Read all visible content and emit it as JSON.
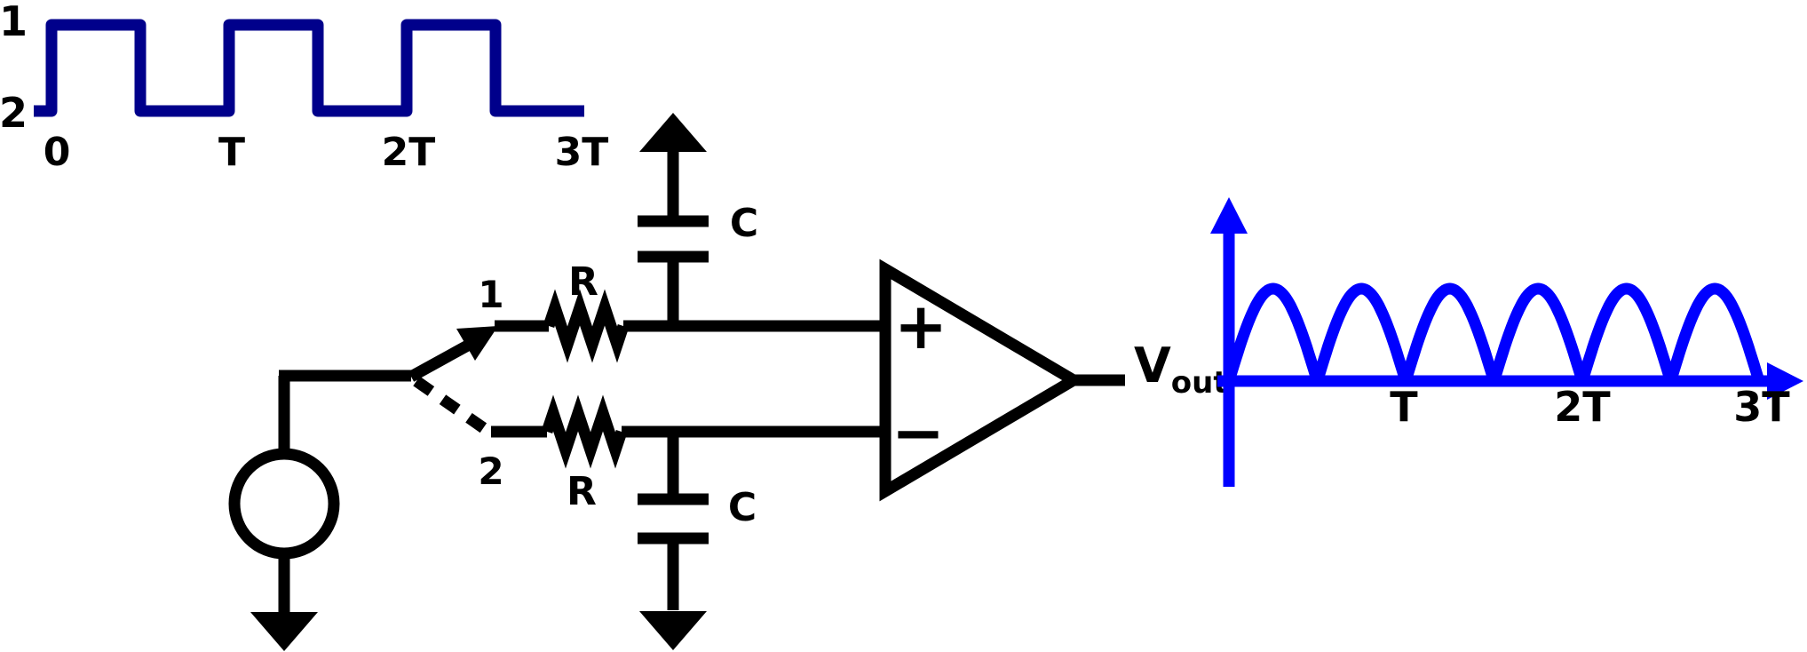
{
  "colors": {
    "background": "#ffffff",
    "circuit": "#000000",
    "labels": "#000000",
    "square_wave": "#00008B",
    "output_wave": "#0000FF"
  },
  "switch_timing_plot": {
    "y_labels": [
      "1",
      "2"
    ],
    "x_labels": [
      "0",
      "T",
      "2T",
      "3T"
    ]
  },
  "circuit": {
    "switch_position_1": "1",
    "switch_position_2": "2",
    "resistor_top": "R",
    "resistor_bottom": "R",
    "capacitor_top": "C",
    "capacitor_bottom": "C",
    "opamp_plus": "+",
    "opamp_minus": "−",
    "vout_main": "V",
    "vout_sub": "out"
  },
  "output_plot": {
    "x_labels": [
      "T",
      "2T",
      "3T"
    ]
  },
  "chart_data": [
    {
      "id": "switch-control-waveform",
      "type": "line",
      "title": "",
      "x_tick_labels": [
        "0",
        "T",
        "2T",
        "3T"
      ],
      "y_level_labels": [
        "1",
        "2"
      ],
      "color": "#00008B",
      "description": "Square wave alternating between switch position 1 (high) and position 2 (low), 50% duty cycle, period T, drawn for 3 periods with a short low lead-in before t=0",
      "x_T": [
        -0.1,
        0,
        0,
        0.5,
        0.5,
        1,
        1,
        1.5,
        1.5,
        2,
        2,
        2.5,
        2.5,
        3
      ],
      "level": [
        "2",
        "2",
        "1",
        "1",
        "2",
        "2",
        "1",
        "1",
        "2",
        "2",
        "1",
        "1",
        "2",
        "2"
      ]
    },
    {
      "id": "vout-waveform",
      "type": "line",
      "x_tick_labels": [
        "T",
        "2T",
        "3T"
      ],
      "color": "#0000FF",
      "description": "Full-wave rectified sinusoid |sin(2*pi*t/T)|: six half-sine humps of equal amplitude spanning t=0 to 3T, sitting on the time axis",
      "function": "abs(sin(2*pi*t/T))",
      "t_range_T": [
        0,
        3
      ],
      "humps": 6,
      "amplitude": 1
    }
  ]
}
